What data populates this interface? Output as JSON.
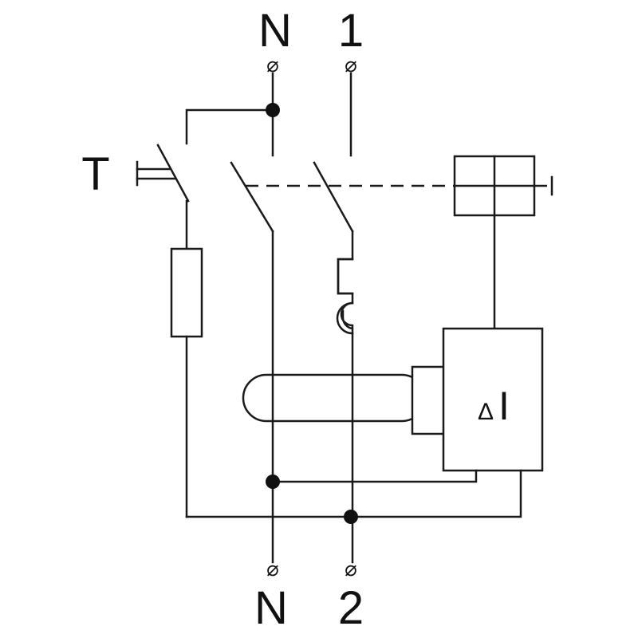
{
  "labels": {
    "top_neutral": "N",
    "top_phase": "1",
    "bottom_neutral": "N",
    "bottom_phase": "2",
    "test_button": "T",
    "differential_delta": "Δ",
    "differential_current": "I"
  },
  "terminal_symbol": "⌀",
  "colors": {
    "line": "#1a1a1a",
    "background": "#ffffff"
  }
}
